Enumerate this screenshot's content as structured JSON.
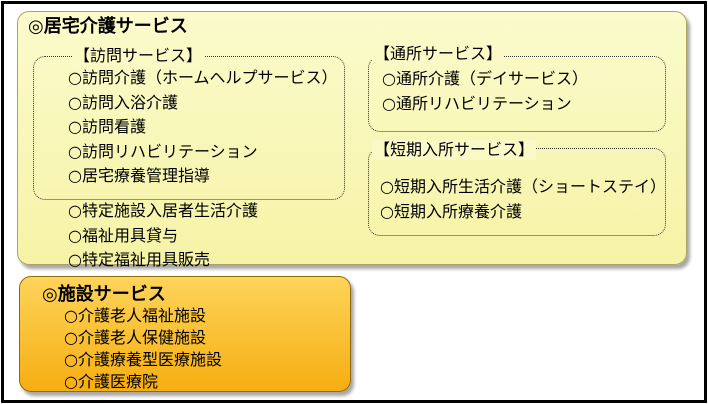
{
  "home_service": {
    "title": "◎居宅介護サービス",
    "visit": {
      "label": "【訪問サービス】",
      "items": [
        "○訪問介護（ホームヘルプサービス）",
        "○訪問入浴介護",
        "○訪問看護",
        "○訪問リハビリテーション",
        "○居宅療養管理指導"
      ]
    },
    "other_items": [
      "○特定施設入居者生活介護",
      "○福祉用具貸与",
      "○特定福祉用具販売"
    ],
    "day": {
      "label": "【通所サービス】",
      "items": [
        "○通所介護（デイサービス）",
        "○通所リハビリテーション"
      ]
    },
    "short_stay": {
      "label": "【短期入所サービス】",
      "items": [
        "○短期入所生活介護（ショートステイ）",
        "○短期入所療養介護"
      ]
    }
  },
  "facility_service": {
    "title": "◎施設サービス",
    "items": [
      "○介護老人福祉施設",
      "○介護老人保健施設",
      "○介護療養型医療施設",
      "○介護医療院"
    ]
  }
}
